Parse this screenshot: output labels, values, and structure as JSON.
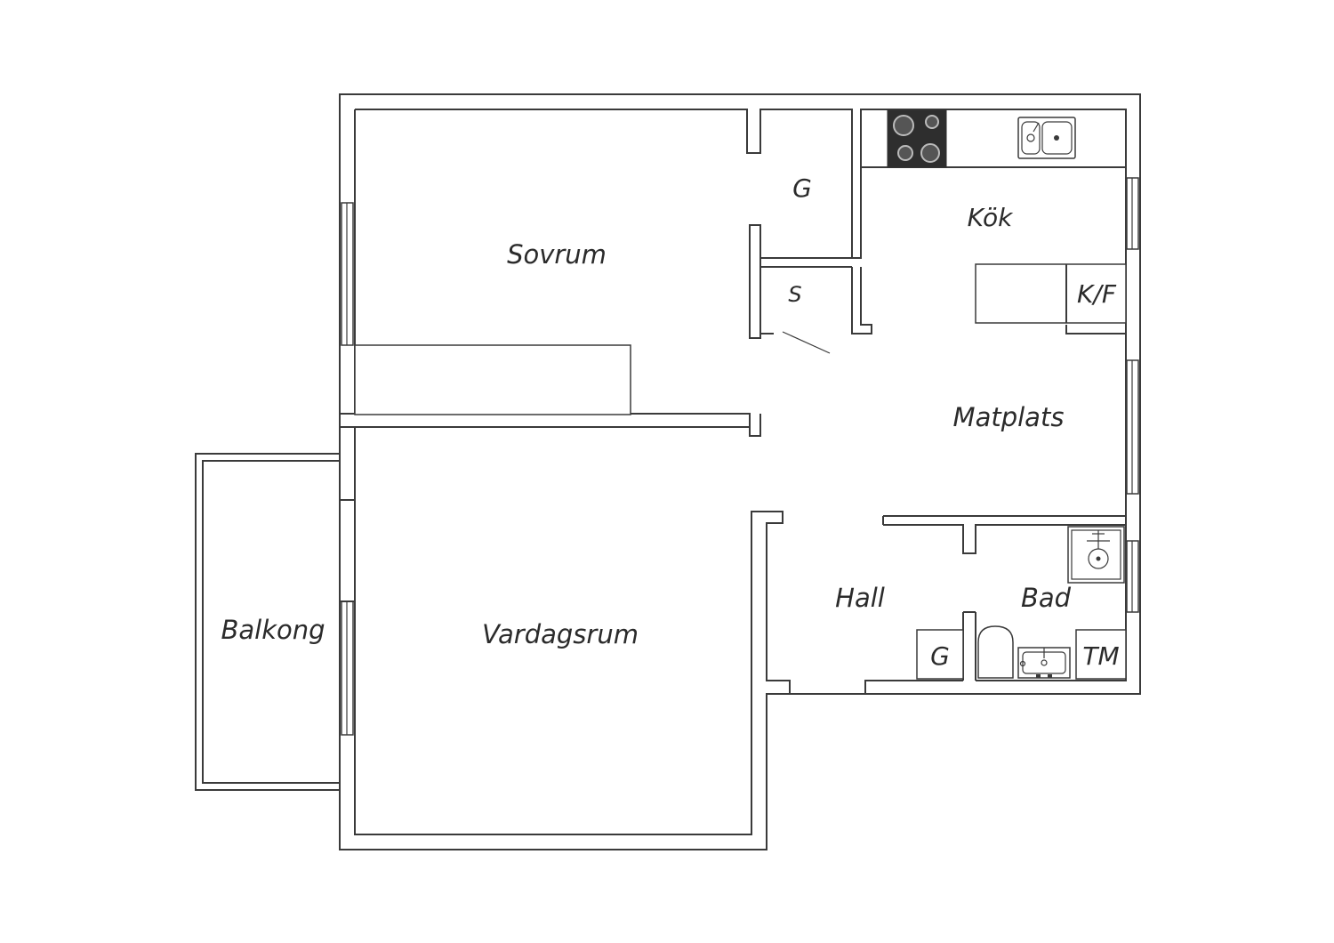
{
  "rooms": {
    "sovrum": "Sovrum",
    "vardagsrum": "Vardagsrum",
    "balkong": "Balkong",
    "kok": "Kök",
    "matplats": "Matplats",
    "hall": "Hall",
    "bad": "Bad"
  },
  "fixtures": {
    "g_closet_top": "G",
    "s_closet": "S",
    "kf": "K/F",
    "g_closet_bath": "G",
    "tm": "TM"
  },
  "icons": {
    "stove": "stove-icon",
    "sink": "kitchen-sink-icon",
    "shower": "shower-icon",
    "toilet": "toilet-icon",
    "washbasin": "washbasin-icon"
  }
}
